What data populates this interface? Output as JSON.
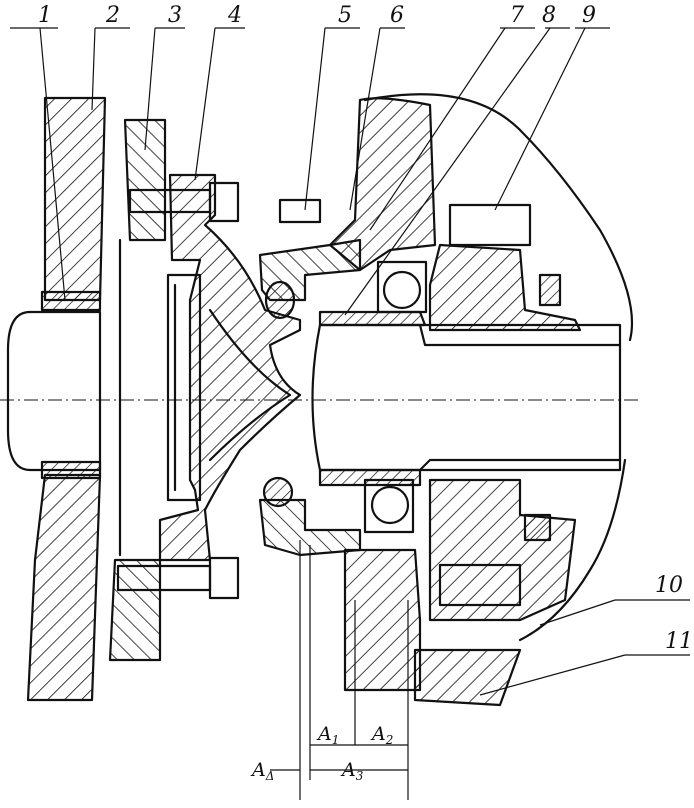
{
  "callouts": {
    "c1": "1",
    "c2": "2",
    "c3": "3",
    "c4": "4",
    "c5": "5",
    "c6": "6",
    "c7": "7",
    "c8": "8",
    "c9": "9",
    "c10": "10",
    "c11": "11"
  },
  "dimensions": {
    "a1": {
      "main": "A",
      "sub": "1"
    },
    "a2": {
      "main": "A",
      "sub": "2"
    },
    "a3": {
      "main": "A",
      "sub": "3"
    },
    "a_delta": {
      "main": "A",
      "sub": "Δ"
    }
  }
}
